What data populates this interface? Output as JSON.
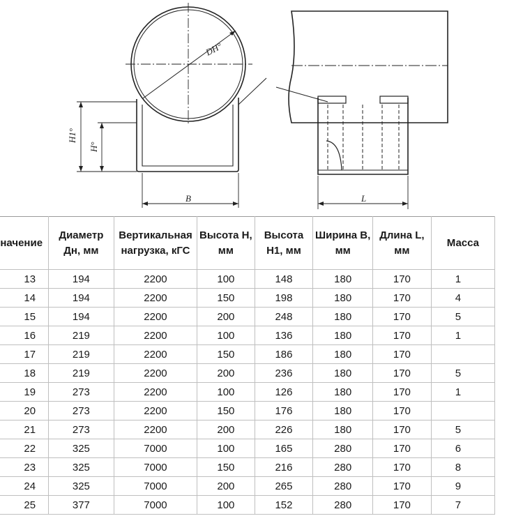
{
  "drawing": {
    "dn_label": "DН°",
    "h1_label": "H1°",
    "h_label": "H°",
    "b_label": "B",
    "l_label": "L"
  },
  "table": {
    "headers": [
      "Обозначение",
      "Диаметр Дн, мм",
      "Вертикальная нагрузка, кГС",
      "Высота H, мм",
      "Высота H1, мм",
      "Ширина B, мм",
      "Длина L, мм",
      "Масса"
    ],
    "rows": [
      [
        "13",
        "194",
        "2200",
        "100",
        "148",
        "180",
        "170",
        "1"
      ],
      [
        "14",
        "194",
        "2200",
        "150",
        "198",
        "180",
        "170",
        "4"
      ],
      [
        "15",
        "194",
        "2200",
        "200",
        "248",
        "180",
        "170",
        "5"
      ],
      [
        "16",
        "219",
        "2200",
        "100",
        "136",
        "180",
        "170",
        "1"
      ],
      [
        "17",
        "219",
        "2200",
        "150",
        "186",
        "180",
        "170",
        ""
      ],
      [
        "18",
        "219",
        "2200",
        "200",
        "236",
        "180",
        "170",
        "5"
      ],
      [
        "19",
        "273",
        "2200",
        "100",
        "126",
        "180",
        "170",
        "1"
      ],
      [
        "20",
        "273",
        "2200",
        "150",
        "176",
        "180",
        "170",
        ""
      ],
      [
        "21",
        "273",
        "2200",
        "200",
        "226",
        "180",
        "170",
        "5"
      ],
      [
        "22",
        "325",
        "7000",
        "100",
        "165",
        "280",
        "170",
        "6"
      ],
      [
        "23",
        "325",
        "7000",
        "150",
        "216",
        "280",
        "170",
        "8"
      ],
      [
        "24",
        "325",
        "7000",
        "200",
        "265",
        "280",
        "170",
        "9"
      ],
      [
        "25",
        "377",
        "7000",
        "100",
        "152",
        "280",
        "170",
        "7"
      ]
    ]
  }
}
